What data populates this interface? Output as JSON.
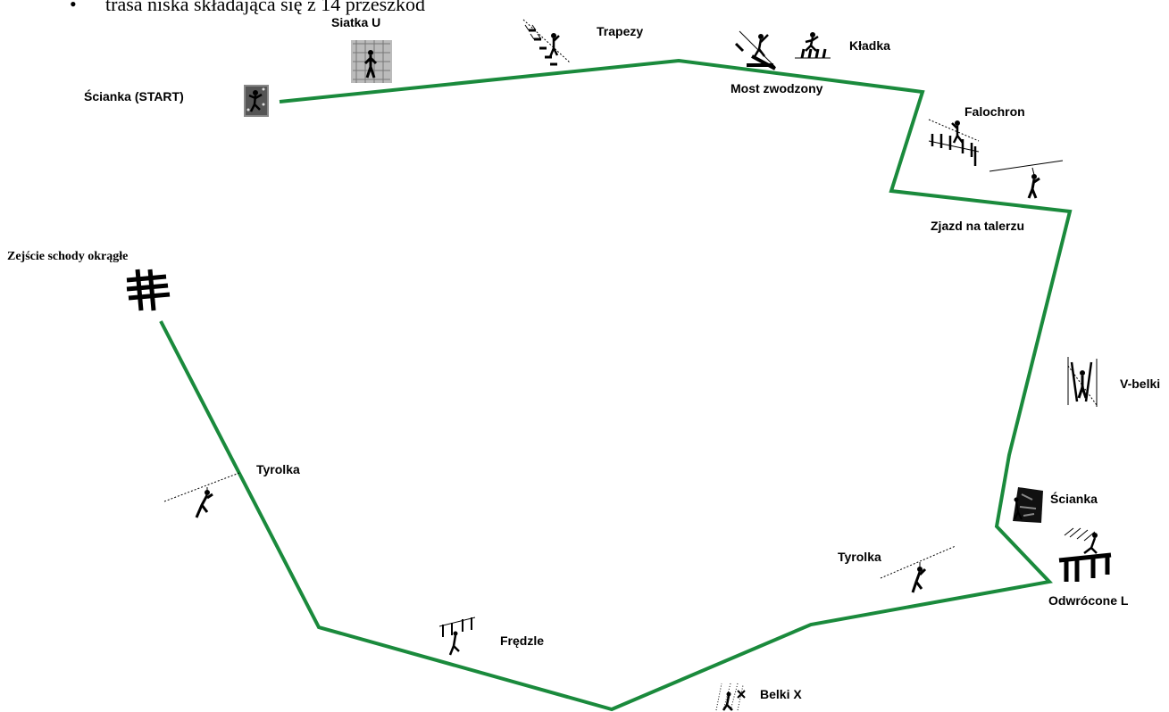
{
  "header": {
    "bullet": "•",
    "text": "trasa niska składająca się z 14 przeszkód"
  },
  "colors": {
    "route": "#1a8a3c",
    "ink": "#000000"
  },
  "obstacles": {
    "scianka_start": "Ścianka (START)",
    "siatka_u": "Siatka U",
    "trapezy": "Trapezy",
    "kladka": "Kładka",
    "most_zwodzony": "Most zwodzony",
    "falochron": "Falochron",
    "zjazd_na_talerzu": "Zjazd na talerzu",
    "v_belki": "V-belki",
    "scianka": "Ścianka",
    "odwrocone_l": "Odwrócone L",
    "tyrolka_right": "Tyrolka",
    "belki_x": "Belki X",
    "fredzle": "Frędzle",
    "tyrolka_left": "Tyrolka",
    "zejscie": "Zejście schody okrągłe"
  },
  "icons": [
    "climbing-wall-icon",
    "net-icon",
    "trapeze-icon",
    "drawbridge-icon",
    "footbridge-icon",
    "breakwater-icon",
    "zipline-plate-icon",
    "v-beams-icon",
    "climbing-wall-icon",
    "inverted-l-icon",
    "zipline-icon",
    "x-beams-icon",
    "fringe-icon",
    "zipline-icon",
    "round-stairs-icon"
  ]
}
